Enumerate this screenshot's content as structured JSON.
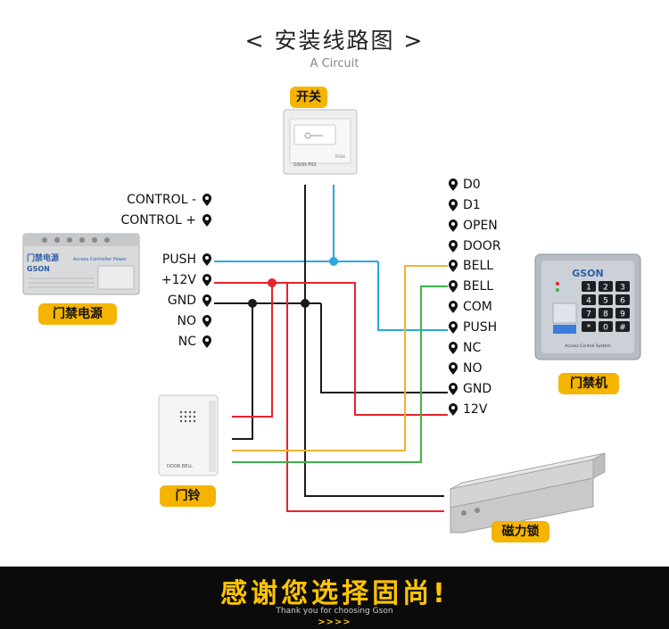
{
  "header": {
    "title": "< 安装线路图 >",
    "subtitle": "A Circuit"
  },
  "devices": {
    "switch": {
      "tag": "开关",
      "brand_text": "GSON P02",
      "push_text": "PUSH"
    },
    "power_supply": {
      "tag": "门禁电源",
      "title_cn": "门禁电源",
      "brand": "GSON",
      "panel_title": "Access Controller Power"
    },
    "doorbell": {
      "tag": "门铃",
      "label": "DOOR BELL"
    },
    "controller": {
      "tag": "门禁机",
      "brand": "GSON",
      "footer_text": "Access Control System",
      "keys": [
        "1",
        "2",
        "3",
        "4",
        "5",
        "6",
        "7",
        "8",
        "9",
        "*",
        "0",
        "#"
      ]
    },
    "maglock": {
      "tag": "磁力锁"
    }
  },
  "power_terminals": [
    "CONTROL -",
    "CONTROL +",
    "PUSH",
    "+12V",
    "GND",
    "NO",
    "NC"
  ],
  "controller_terminals": [
    "D0",
    "D1",
    "OPEN",
    "DOOR",
    "BELL",
    "BELL",
    "COM",
    "PUSH",
    "NC",
    "NO",
    "GND",
    "12V"
  ],
  "wire_colors": {
    "black": "#1a1a1a",
    "red": "#e8212b",
    "blue": "#2aa7e3",
    "yellow": "#f2b233",
    "green": "#3db34a"
  },
  "footer": {
    "main": "感谢您选择固尚!",
    "sub": "Thank you for choosing Gson",
    "arrows": ">>>>"
  }
}
